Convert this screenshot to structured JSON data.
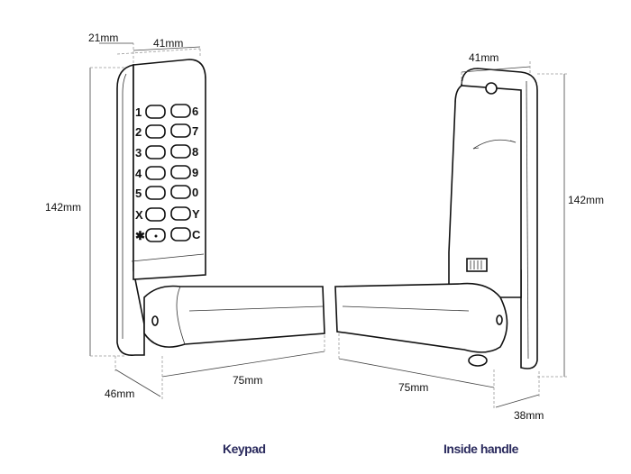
{
  "keypad": {
    "left_keys": [
      "1",
      "2",
      "3",
      "4",
      "5",
      "X",
      "✱"
    ],
    "right_keys": [
      "6",
      "7",
      "8",
      "9",
      "0",
      "Y",
      "C"
    ],
    "dimensions": {
      "depth_top": "21mm",
      "width": "41mm",
      "height": "142mm",
      "lever": "75mm",
      "depth": "46mm"
    },
    "caption": "Keypad"
  },
  "inside": {
    "dimensions": {
      "width": "41mm",
      "height": "142mm",
      "lever": "75mm",
      "depth": "38mm"
    },
    "caption": "Inside handle"
  },
  "colors": {
    "caption": "#2b2b5e"
  }
}
